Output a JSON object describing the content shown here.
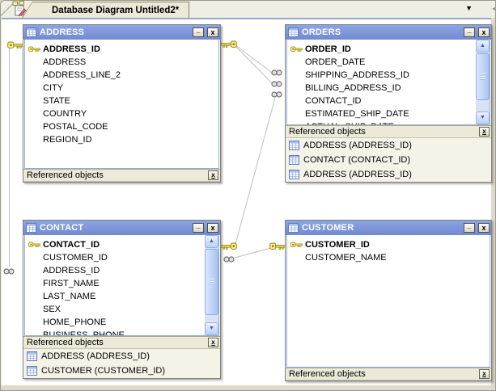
{
  "tab": {
    "title": "Database Diagram Untitled2*"
  },
  "icons": {
    "dropdown": "▼",
    "partial_scroll": "◁"
  },
  "window_buttons": {
    "minimize": "_",
    "close": "x"
  },
  "scrollbar": {
    "up": "▲",
    "down": "▼"
  },
  "colors": {
    "titlebar": "#7b93d8",
    "strip": "#ece9d8",
    "canvas": "#ffffff",
    "connector_line": "#bfbfbf",
    "key_fill": "#efe05a",
    "ref_items_bg": "#f5f3e8"
  },
  "tables": [
    {
      "id": "address",
      "title": "ADDRESS",
      "fields": [
        {
          "name": "ADDRESS_ID",
          "pk": true
        },
        {
          "name": "ADDRESS",
          "pk": false
        },
        {
          "name": "ADDRESS_LINE_2",
          "pk": false
        },
        {
          "name": "CITY",
          "pk": false
        },
        {
          "name": "STATE",
          "pk": false
        },
        {
          "name": "COUNTRY",
          "pk": false
        },
        {
          "name": "POSTAL_CODE",
          "pk": false
        },
        {
          "name": "REGION_ID",
          "pk": false
        }
      ],
      "referenced_label": "Referenced objects",
      "referenced": []
    },
    {
      "id": "orders",
      "title": "ORDERS",
      "fields": [
        {
          "name": "ORDER_ID",
          "pk": true
        },
        {
          "name": "ORDER_DATE",
          "pk": false
        },
        {
          "name": "SHIPPING_ADDRESS_ID",
          "pk": false
        },
        {
          "name": "BILLING_ADDRESS_ID",
          "pk": false
        },
        {
          "name": "CONTACT_ID",
          "pk": false
        },
        {
          "name": "ESTIMATED_SHIP_DATE",
          "pk": false
        },
        {
          "name": "ACTUAL_SHIP_DATE",
          "pk": false
        }
      ],
      "referenced_label": "Referenced objects",
      "referenced": [
        "ADDRESS (ADDRESS_ID)",
        "CONTACT (CONTACT_ID)",
        "ADDRESS (ADDRESS_ID)"
      ]
    },
    {
      "id": "contact",
      "title": "CONTACT",
      "fields": [
        {
          "name": "CONTACT_ID",
          "pk": true
        },
        {
          "name": "CUSTOMER_ID",
          "pk": false
        },
        {
          "name": "ADDRESS_ID",
          "pk": false
        },
        {
          "name": "FIRST_NAME",
          "pk": false
        },
        {
          "name": "LAST_NAME",
          "pk": false
        },
        {
          "name": "SEX",
          "pk": false
        },
        {
          "name": "HOME_PHONE",
          "pk": false
        },
        {
          "name": "BUSINESS_PHONE",
          "pk": false
        }
      ],
      "referenced_label": "Referenced objects",
      "referenced": [
        "ADDRESS (ADDRESS_ID)",
        "CUSTOMER (CUSTOMER_ID)"
      ]
    },
    {
      "id": "customer",
      "title": "CUSTOMER",
      "fields": [
        {
          "name": "CUSTOMER_ID",
          "pk": true
        },
        {
          "name": "CUSTOMER_NAME",
          "pk": false
        }
      ],
      "referenced_label": "Referenced objects",
      "referenced": []
    }
  ]
}
